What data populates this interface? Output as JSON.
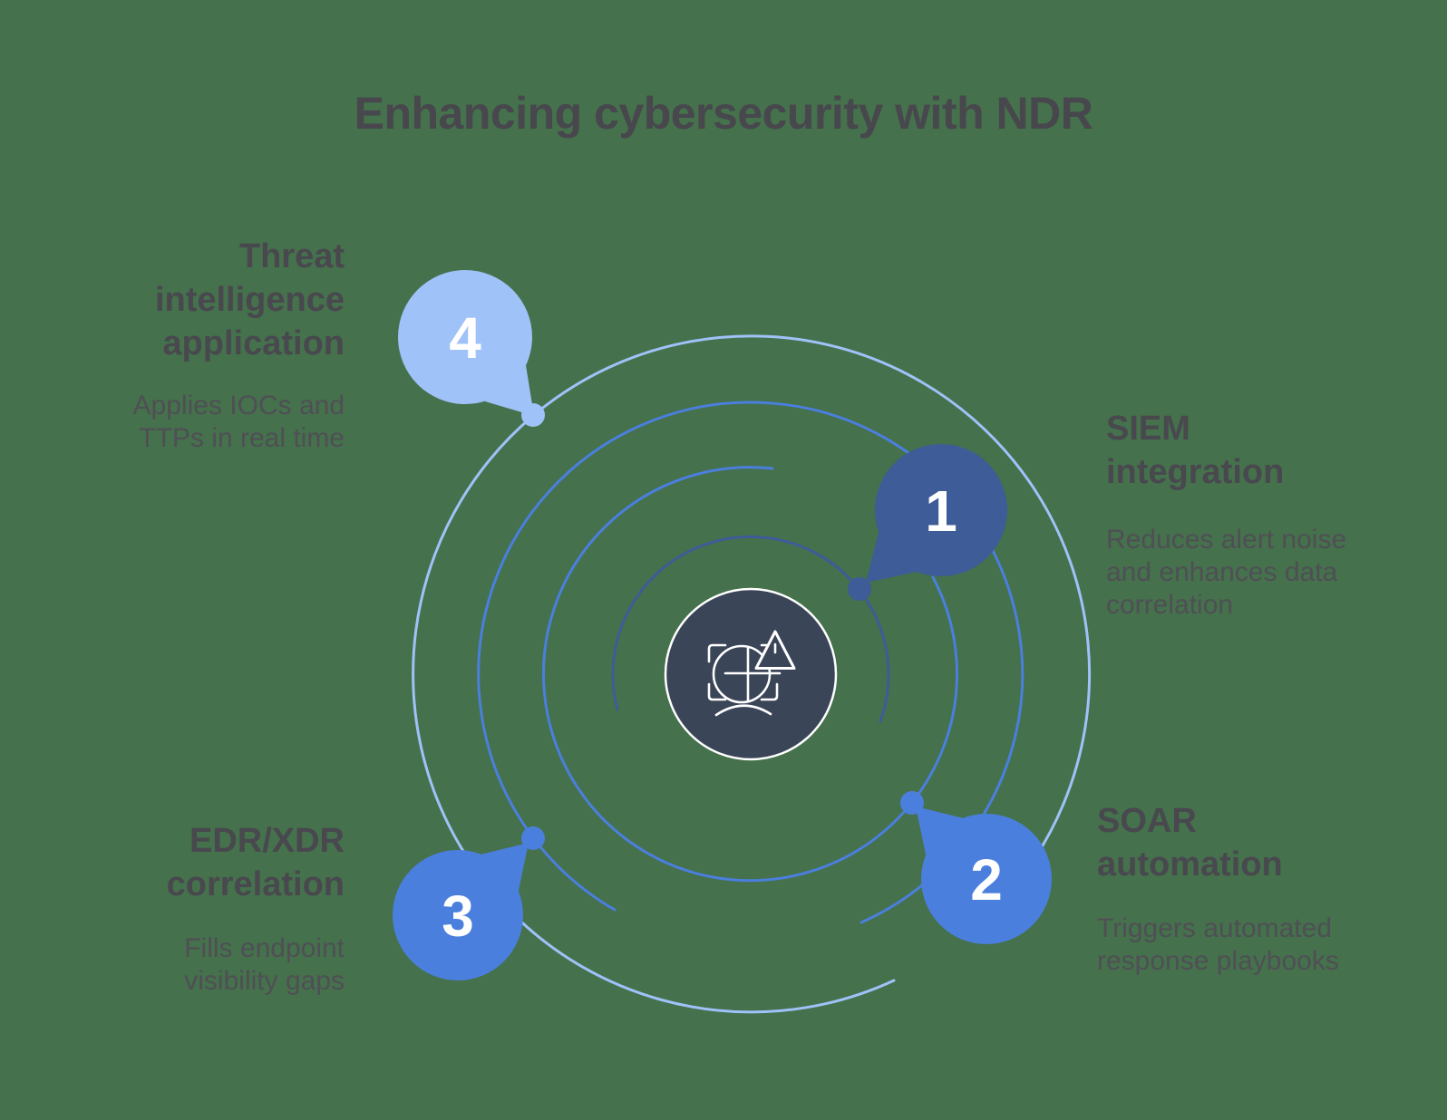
{
  "title": "Enhancing cybersecurity with NDR",
  "colors": {
    "background": "#45714C",
    "navy": "#3E5C98",
    "blue": "#4B7FDD",
    "light_blue": "#9FC2F8",
    "center_fill": "#3B4558",
    "icon_stroke": "#FFFFFF",
    "heading_text": "#48484E",
    "body_text": "#4F4F55"
  },
  "center_icon": "pie-chart-alert-scan-icon",
  "steps": [
    {
      "number": "1",
      "title": "SIEM integration",
      "description": "Reduces alert noise and enhances data correlation",
      "bubble_color": "#3E5C98"
    },
    {
      "number": "2",
      "title": "SOAR automation",
      "description": "Triggers automated response playbooks",
      "bubble_color": "#4B7FDD"
    },
    {
      "number": "3",
      "title": "EDR/XDR correlation",
      "description": "Fills endpoint visibility gaps",
      "bubble_color": "#4B7FDD"
    },
    {
      "number": "4",
      "title": "Threat intelligence application",
      "description": "Applies IOCs and TTPs in real time",
      "bubble_color": "#9FC2F8"
    }
  ]
}
